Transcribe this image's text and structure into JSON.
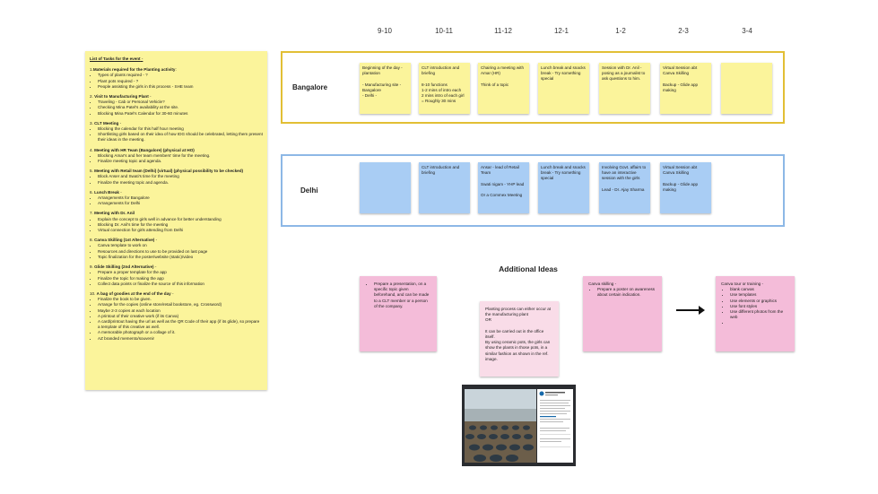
{
  "times": [
    "9-10",
    "10-11",
    "11-12",
    "12-1",
    "1-2",
    "2-3",
    "3-4"
  ],
  "tasks": {
    "title": "List of Tasks for the event",
    "title_suffix": " -",
    "sections": [
      {
        "num": "1.",
        "head": "Materials required for the Planting activity",
        "tail": ":",
        "items": [
          "Types of plants required - ?",
          "Plant pots required - ?",
          "People assisting the girls in this process - SHE team"
        ]
      },
      {
        "num": "2. ",
        "head": "Visit to Manufacturing Plant",
        "tail": " -",
        "items": [
          "Traveling - Cab or Personal Vehicle?",
          "Checking Mina Patel's availability at the site.",
          "Blocking Mina Patel's Calendar for 30-60 minutes"
        ]
      },
      {
        "num": "3. ",
        "head": "CLT Meeting",
        "tail": " -",
        "items": [
          "Blocking the calendar for this half hour meeting",
          "Shortlisting girls based on their idea of how IDG should be celebrated, letting them present their ideas in the meeting."
        ]
      },
      {
        "num": "4. ",
        "head": "Meeting with HR Team (Bangalore) (physical at HO)",
        "tail": "",
        "items": [
          "Blocking Amar's and her team members' time for the meeting.",
          "Finalize meeting topic and agenda."
        ]
      },
      {
        "num": "5. ",
        "head": "Meeting with Retail team (Delhi) (virtual) (physical possibility to be checked)",
        "tail": "",
        "items": [
          "Block Anser and Swati's time for the meeting",
          "Finalize the meeting topic and agenda."
        ]
      },
      {
        "num": "6. ",
        "head": "Lunch Break",
        "tail": " -",
        "items": [
          "Arrangements for Bangalore",
          "Arrangements for Delhi"
        ]
      },
      {
        "num": "7. ",
        "head": "Meeting with Dr. Anil",
        "tail": "",
        "items": [
          "Explain the concept to girls well in advance for better understanding",
          "Blocking Dr. Anil's time for the meeting",
          "Virtual connection for girls attending from Delhi"
        ]
      },
      {
        "num": "8. ",
        "head": "Canva Skilling (1st Alternative)",
        "tail": " -",
        "items": [
          "Canva template to work on",
          "Resources and directions to use to be provided on last page",
          "Topic finalization for the poster/website (static)/video"
        ]
      },
      {
        "num": "9. ",
        "head": "Glide Skilling (2nd Alternative)",
        "tail": " -",
        "items": [
          "Prepare a proper template for the app",
          "Finalize the topic for making the app",
          "Collect data points or finalize the source of this information"
        ]
      },
      {
        "num": "10. ",
        "head": "A bag of goodies at the end of the day",
        "tail": " -",
        "items": [
          "Finalize the book to be given.",
          "Arrange for the copies (online store/retail bookstore, eg. Crossword)",
          "Maybe 2-3 copies at each location",
          "A printout of their creative work (if its Canva)",
          "A card/printout having the url as well as the QR Code of their app (if its glide), so prepare a template of this creative as well.",
          "A memorable photograph or a collage of it.",
          "AZ branded memento/souvenir"
        ]
      }
    ]
  },
  "bangalore": {
    "label": "Bangalore",
    "notes": [
      "Beginning of the day - plantation\n\n- Manufacturing site - Bangalore\n- Delhi -",
      "CLT introduction and briefing\n\n8-10 functions\n1-2 mins of intro each\n2 mins intro of each girl\n= Roughly 30 mins",
      "Chairing a meeting with Amar (HR)\n\nThink of a topic",
      "Lunch break and snacks break - Try something special",
      "Session with Dr. Anil - posing as a journalist to ask questions to him.",
      "Virtual Session abt Canva Skilling\n\nBackup - Glide app making",
      ""
    ]
  },
  "delhi": {
    "label": "Delhi",
    "notes": [
      "",
      "CLT introduction and briefing",
      "Ansar - lead of Retail Team\n\nSwati nigam - YHP lead\n\nOr a Commex Meeting",
      "Lunch break and snacks break - Try something special",
      "Involving Govt. affairs to have an interactive session with the girls\n\nLead - Dr. Ajay Sharma",
      "Virtual Session abt Canva Skilling\n\nBackup - Glide app making"
    ]
  },
  "additional": {
    "title": "Additional Ideas",
    "idea1": [
      "Prepare a presentation, on a specific topic given beforehand, and can be made to a CLT member or a person of the company."
    ],
    "idea2": "Planting process can either occur at the manufacturing plant\nOR\n\nIt can be carried out in the office itself.\nBy using ceramic pots, the girls can show the plants in those pots, in a similar fashion as shown in the ref. image.",
    "idea3_title": "Canva skilling -",
    "idea3": [
      "Prepare a poster on awareness about certain indication."
    ],
    "idea4_title": "Canva tour or training -",
    "idea4": [
      "blank canvas",
      "Use templates",
      "Use elements or graphics",
      "Use font styles",
      "Use different photos from the web",
      ""
    ]
  },
  "colors": {
    "yellow": "#fbf49b",
    "blue": "#a9cdf4",
    "pink": "#f4bcd9",
    "gold_frame": "#e2bf35",
    "blue_frame": "#8db8e6"
  }
}
